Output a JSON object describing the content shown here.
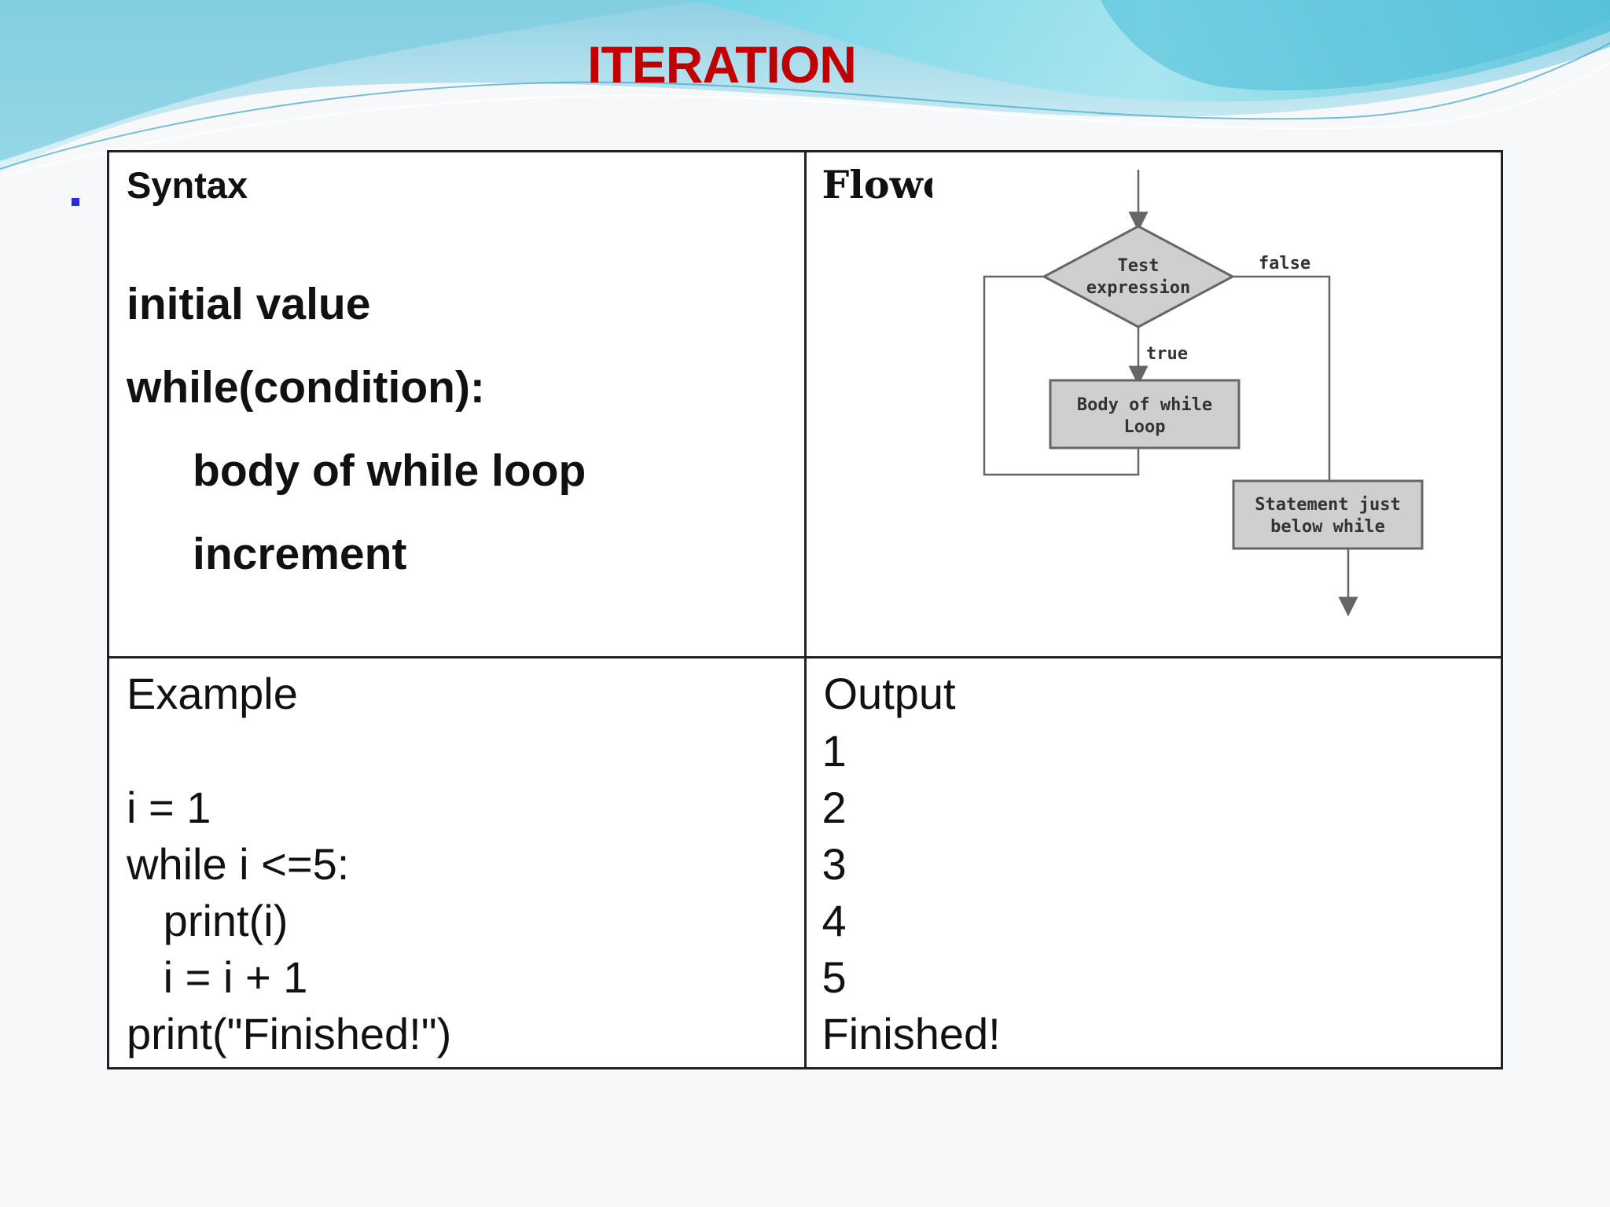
{
  "slide": {
    "title": "ITERATION"
  },
  "table": {
    "syntax": {
      "heading": "Syntax",
      "lines": [
        {
          "text": "initial value",
          "indent": false
        },
        {
          "text": "while(condition):",
          "indent": false
        },
        {
          "text": "body of while loop",
          "indent": true
        },
        {
          "text": "increment",
          "indent": true
        }
      ]
    },
    "flowchart": {
      "heading": "Flowc",
      "nodes": {
        "test_line1": "Test",
        "test_line2": "expression",
        "body_line1": "Body of while",
        "body_line2": "Loop",
        "after_line1": "Statement just",
        "after_line2": "below while"
      },
      "edges": {
        "true_label": "true",
        "false_label": "false"
      }
    },
    "example": {
      "heading": "Example",
      "code": [
        "i = 1",
        "while i <=5:",
        "   print(i)",
        "   i = i + 1",
        "print(\"Finished!\")"
      ]
    },
    "output": {
      "heading": "Output",
      "lines": [
        "1",
        "2",
        "3",
        "4",
        "5",
        "Finished!"
      ]
    }
  },
  "colors": {
    "title": "#c00000",
    "bullet": "#2a2ad6",
    "wave_light": "#8fe3ee",
    "wave_dark": "#5cc6dc",
    "flow_box_fill": "#cfcfcf",
    "flow_stroke": "#666666"
  }
}
